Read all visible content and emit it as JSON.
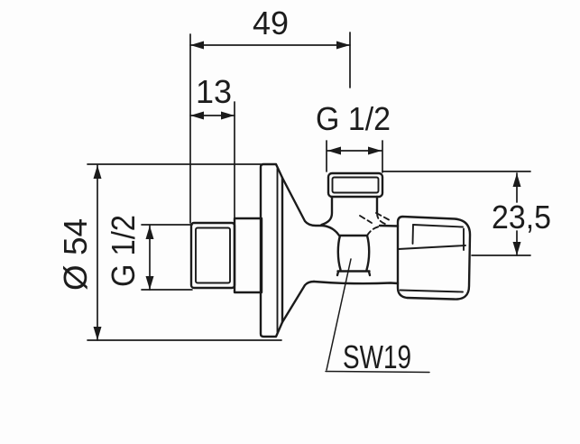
{
  "canvas": {
    "background": "#fdfdfd",
    "line_color": "#1b1b1b",
    "text_color": "#1c1c1c"
  },
  "labels": {
    "total_width_mm": "49",
    "inlet_thread_length_mm": "13",
    "outlet_thread_size": "G 1/2",
    "inlet_thread_size": "G 1/2",
    "rosette_diameter": "Ø 54",
    "outlet_height_mm": "23,5",
    "hex_wrench_size": "SW19"
  }
}
